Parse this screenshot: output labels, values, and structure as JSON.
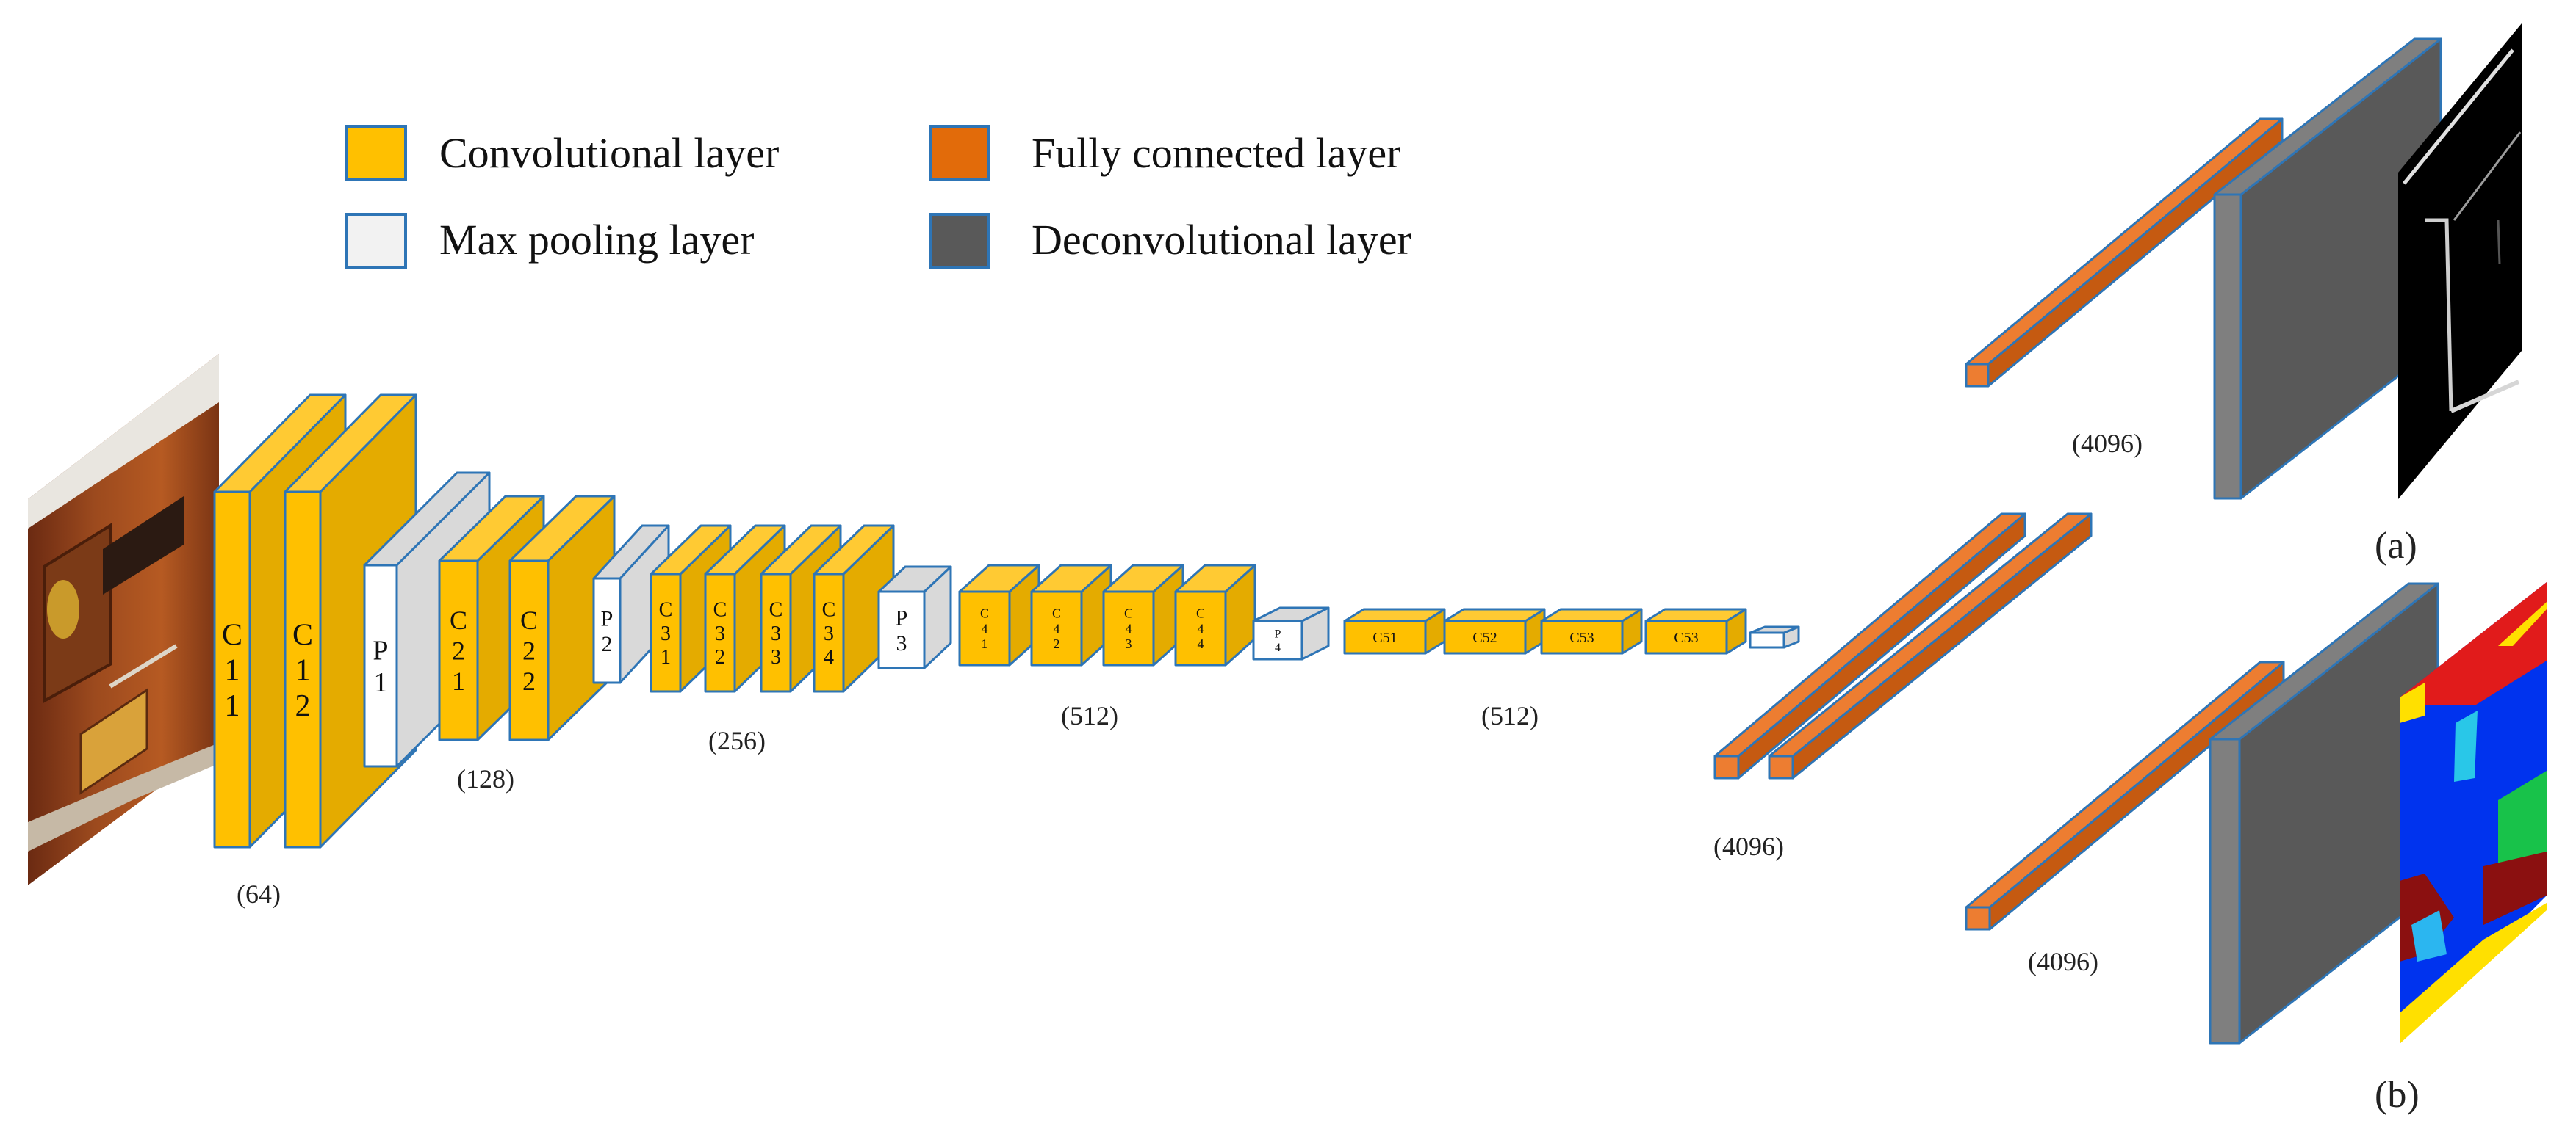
{
  "colors": {
    "convolutional": "#FFC000",
    "convolutional_side": "#E4AB00",
    "convolutional_top": "#FFCA33",
    "max_pooling": "#FFFFFF",
    "max_pooling_side": "#D9D9D9",
    "fully_connected": "#ED7D31",
    "fully_connected_side": "#C55A11",
    "deconvolutional": "#7F7F7F",
    "deconvolutional_side": "#595959",
    "edge": "#2E75B6",
    "legend_fc": "#E26B0A",
    "legend_deconv": "#595959",
    "legend_pool": "#F2F2F2"
  },
  "legend": [
    {
      "label": "Convolutional layer",
      "type": "convolutional"
    },
    {
      "label": "Max pooling layer",
      "type": "max_pooling"
    },
    {
      "label": "Fully connected layer",
      "type": "fully_connected"
    },
    {
      "label": "Deconvolutional layer",
      "type": "deconvolutional"
    }
  ],
  "layers": [
    {
      "id": "c11",
      "type": "convolutional",
      "label": "C\n1\n1"
    },
    {
      "id": "c12",
      "type": "convolutional",
      "label": "C\n1\n2"
    },
    {
      "id": "p1",
      "type": "max_pooling",
      "label": "P\n1"
    },
    {
      "id": "c21",
      "type": "convolutional",
      "label": "C\n2\n1"
    },
    {
      "id": "c22",
      "type": "convolutional",
      "label": "C\n2\n2"
    },
    {
      "id": "p2",
      "type": "max_pooling",
      "label": "P\n2"
    },
    {
      "id": "c31",
      "type": "convolutional",
      "label": "C\n3\n1"
    },
    {
      "id": "c32",
      "type": "convolutional",
      "label": "C\n3\n2"
    },
    {
      "id": "c33",
      "type": "convolutional",
      "label": "C\n3\n3"
    },
    {
      "id": "c34",
      "type": "convolutional",
      "label": "C\n3\n4"
    },
    {
      "id": "p3",
      "type": "max_pooling",
      "label": "P\n3"
    },
    {
      "id": "c41",
      "type": "convolutional",
      "label": "C\n4\n1"
    },
    {
      "id": "c42",
      "type": "convolutional",
      "label": "C\n4\n2"
    },
    {
      "id": "c43",
      "type": "convolutional",
      "label": "C\n4\n3"
    },
    {
      "id": "c44",
      "type": "convolutional",
      "label": "C\n4\n4"
    },
    {
      "id": "p4",
      "type": "max_pooling",
      "label": "P\n4"
    },
    {
      "id": "c51",
      "type": "convolutional",
      "label": "C51"
    },
    {
      "id": "c52",
      "type": "convolutional",
      "label": "C52"
    },
    {
      "id": "c53a",
      "type": "convolutional",
      "label": "C53"
    },
    {
      "id": "c53b",
      "type": "convolutional",
      "label": "C53"
    },
    {
      "id": "p5",
      "type": "max_pooling",
      "label": ""
    },
    {
      "id": "fc6",
      "type": "fully_connected",
      "label": ""
    },
    {
      "id": "fc7",
      "type": "fully_connected",
      "label": ""
    },
    {
      "id": "fc_a",
      "type": "fully_connected",
      "label": ""
    },
    {
      "id": "deconv_a",
      "type": "deconvolutional",
      "label": ""
    },
    {
      "id": "fc_b",
      "type": "fully_connected",
      "label": ""
    },
    {
      "id": "deconv_b",
      "type": "deconvolutional",
      "label": ""
    }
  ],
  "size_labels": [
    "(64)",
    "(128)",
    "(256)",
    "(512)",
    "(512)",
    "(4096)",
    "(4096)",
    "(4096)"
  ],
  "output_labels": [
    "(a)",
    "(b)"
  ],
  "images": [
    {
      "name": "input-room-photo"
    },
    {
      "name": "output-edge-map"
    },
    {
      "name": "output-segmentation-map"
    }
  ]
}
